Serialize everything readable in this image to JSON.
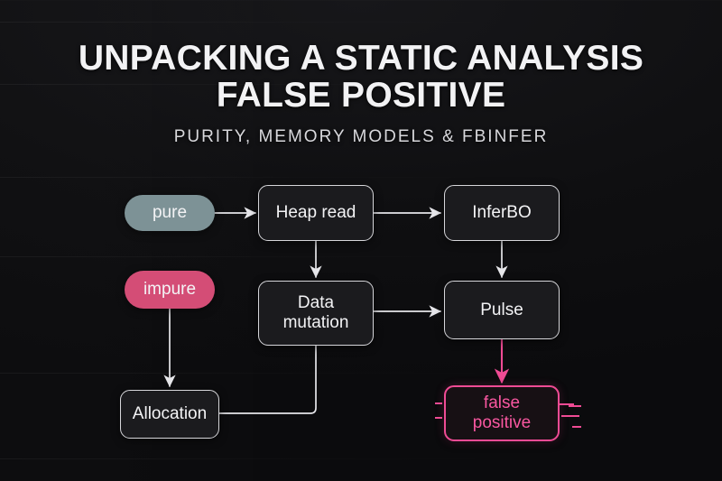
{
  "slide": {
    "title_lines": [
      "UNPACKING A STATIC ANALYSIS",
      "FALSE POSITIVE"
    ],
    "subtitle": "PURITY, MEMORY MODELS & FBINFER",
    "background_color": "#0e0e10",
    "title_color": "#f2f2f4",
    "subtitle_color": "#d8d8dc"
  },
  "diagram": {
    "type": "flowchart",
    "nodes": [
      {
        "id": "pure",
        "label": "pure",
        "shape": "pill",
        "fill": "#7d9296",
        "text_color": "#ffffff"
      },
      {
        "id": "impure",
        "label": "impure",
        "shape": "pill",
        "fill": "#d44d76",
        "text_color": "#ffffff"
      },
      {
        "id": "heap-read",
        "label": "Heap read",
        "shape": "rounded-rect",
        "fill": "#1b1b1e",
        "border": "#d6d6da",
        "text_color": "#f3f3f5"
      },
      {
        "id": "data-mutation",
        "label": "Data\nmutation",
        "label_line1": "Data",
        "label_line2": "mutation",
        "shape": "rounded-rect",
        "fill": "#1b1b1e",
        "border": "#d6d6da",
        "text_color": "#f3f3f5"
      },
      {
        "id": "allocation",
        "label": "Allocation",
        "shape": "rounded-rect",
        "fill": "#1b1b1e",
        "border": "#d6d6da",
        "text_color": "#f3f3f5"
      },
      {
        "id": "inferbo",
        "label": "InferBO",
        "shape": "rounded-rect",
        "fill": "#1b1b1e",
        "border": "#d6d6da",
        "text_color": "#f3f3f5"
      },
      {
        "id": "pulse",
        "label": "Pulse",
        "shape": "rounded-rect",
        "fill": "#1b1b1e",
        "border": "#d6d6da",
        "text_color": "#f3f3f5"
      },
      {
        "id": "false-positive",
        "label": "false\npositive",
        "label_line1": "false",
        "label_line2": "positive",
        "shape": "rounded-rect",
        "fill": "#171014",
        "border": "#ef4b94",
        "text_color": "#f957a0"
      }
    ],
    "edges": [
      {
        "from": "pure",
        "to": "heap-read",
        "style": "arrow",
        "color": "#e6e6ea"
      },
      {
        "from": "heap-read",
        "to": "inferbo",
        "style": "arrow",
        "color": "#e6e6ea"
      },
      {
        "from": "heap-read",
        "to": "data-mutation",
        "style": "arrow",
        "color": "#e6e6ea"
      },
      {
        "from": "impure",
        "to": "allocation",
        "style": "arrow",
        "color": "#e6e6ea"
      },
      {
        "from": "data-mutation",
        "to": "pulse",
        "style": "arrow",
        "color": "#e6e6ea"
      },
      {
        "from": "inferbo",
        "to": "pulse",
        "style": "arrow",
        "color": "#e6e6ea"
      },
      {
        "from": "allocation",
        "to": "data-mutation",
        "style": "elbow",
        "color": "#e6e6ea"
      },
      {
        "from": "pulse",
        "to": "false-positive",
        "style": "arrow",
        "color": "#ef4b94"
      }
    ]
  }
}
